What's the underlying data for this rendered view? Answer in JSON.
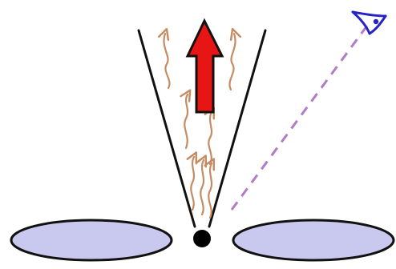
{
  "diagram": {
    "kind": "schematic",
    "elements": {
      "disk": {
        "shape": "ellipse",
        "fill": "#c9c8ee",
        "stroke": "#111111",
        "count": 2
      },
      "central_object": {
        "shape": "circle",
        "fill": "#000000"
      },
      "cone": {
        "shape": "two-lines",
        "stroke": "#111111"
      },
      "outflow_arrow": {
        "shape": "block-arrow",
        "direction": "up",
        "fill": "#e81515",
        "stroke": "#111111"
      },
      "wavy_arrows": {
        "shape": "wavy-arrow",
        "stroke": "#c58c64",
        "count": 7
      },
      "sightline": {
        "shape": "dashed-line",
        "stroke": "#b27ac7"
      },
      "observer": {
        "shape": "eye-icon",
        "stroke": "#2323c6"
      }
    }
  }
}
